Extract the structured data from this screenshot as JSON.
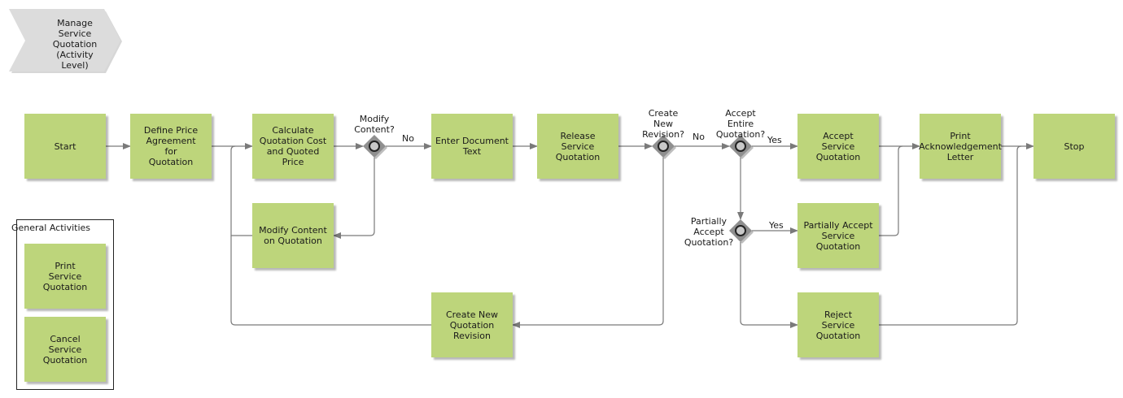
{
  "colors": {
    "task_fill": "#bdd57b",
    "gateway_fill": "#8f8f8f",
    "edge": "#7a7a7a",
    "chevron_fill": "#dcdcdc"
  },
  "header": {
    "title": "Manage\nService\nQuotation\n(Activity\nLevel)"
  },
  "tasks": {
    "start": "Start",
    "define_price": "Define Price\nAgreement\nfor\nQuotation",
    "calc_cost": "Calculate\nQuotation Cost\nand Quoted\nPrice",
    "modify_content": "Modify Content\non Quotation",
    "enter_doc": "Enter Document\nText",
    "release": "Release\nService\nQuotation",
    "create_revision": "Create New\nQuotation\nRevision",
    "accept": "Accept\nService\nQuotation",
    "partial_accept": "Partially Accept\nService\nQuotation",
    "reject": "Reject\nService\nQuotation",
    "print_ack": "Print\nAcknowledgement\nLetter",
    "stop": "Stop"
  },
  "gateways": {
    "modify": "Modify\nContent?",
    "create_rev": "Create\nNew\nRevision?",
    "accept_entire": "Accept\nEntire\nQuotation?",
    "partial": "Partially\nAccept\nQuotation?"
  },
  "edge_labels": {
    "modify_no": "No",
    "create_rev_no": "No",
    "accept_entire_yes": "Yes",
    "partial_yes": "Yes"
  },
  "legend": {
    "title": "General Activities",
    "print": "Print\nService\nQuotation",
    "cancel": "Cancel\nService\nQuotation"
  }
}
